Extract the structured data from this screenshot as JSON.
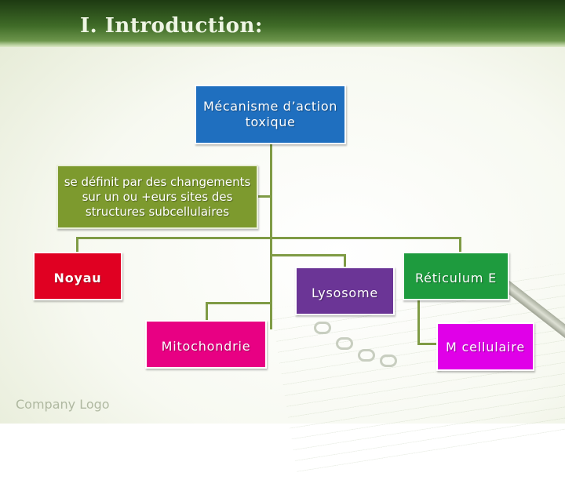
{
  "slide": {
    "title": "I. Introduction:",
    "logo_text": "Company Logo"
  },
  "diagram": {
    "root": "Mécanisme d’action toxique",
    "description": "se définit par des changements sur un ou +eurs sites des  structures subcellulaires",
    "nodes": {
      "noyau": "Noyau",
      "lysosome": "Lysosome",
      "reticulum": "Réticulum E",
      "mitochondrie": "Mitochondrie",
      "membrane": "M cellulaire"
    }
  },
  "colors": {
    "header": "#3f6b27",
    "connector": "#7f9b45",
    "root": "#1f6fbf",
    "description": "#7d9a2e",
    "noyau": "#e00022",
    "lysosome": "#6b3596",
    "reticulum": "#1e9b3e",
    "mitochondrie": "#e80083",
    "membrane": "#e000e8"
  }
}
